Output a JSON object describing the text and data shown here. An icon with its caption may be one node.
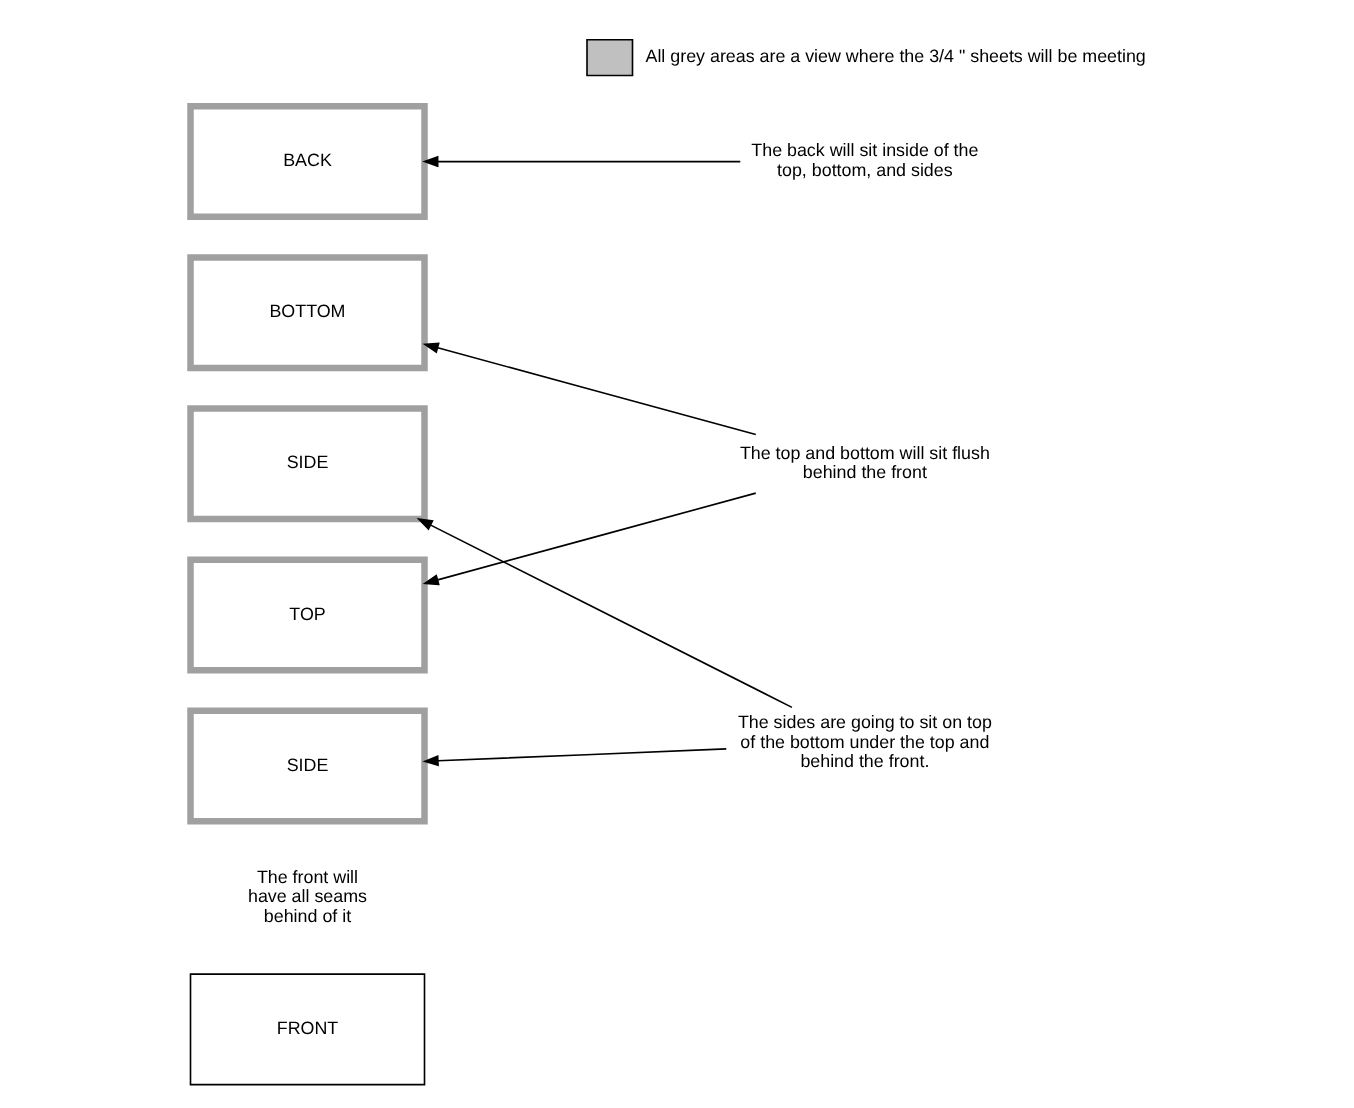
{
  "diagram": {
    "nodes": [
      {
        "text": [
          "FRONT"
        ],
        "beside": [
          "The front will have all seams behind of it"
        ]
      },
      {
        "text": [
          "SIDE"
        ]
      },
      {
        "text": [
          "TOP"
        ]
      },
      {
        "text": [
          "SIDE"
        ]
      },
      {
        "text": [
          "BOTTOM"
        ]
      },
      {
        "text": [
          "BACK"
        ]
      },
      {
        "text": [
          "The sides are going to sit on top of the bottom under the top and behind the front."
        ]
      },
      {
        "text": [
          "The top and bottom will sit flush behind the front"
        ]
      },
      {
        "text": [
          "The back will sit inside of the top, bottom, and sides"
        ]
      }
    ],
    "edges": [
      {
        "from": 6,
        "to": 1,
        "arrow": "to"
      },
      {
        "from": 6,
        "to": 3,
        "arrow": "to"
      },
      {
        "from": 7,
        "to": 2,
        "arrow": "to"
      },
      {
        "from": 7,
        "to": 4,
        "arrow": "to"
      },
      {
        "from": 8,
        "to": 5,
        "arrow": "to"
      }
    ],
    "legend": [
      {
        "text": "All grey areas are a view where the 3/4 \" sheets will be meeting",
        "color": "#c0c0c0"
      }
    ]
  }
}
